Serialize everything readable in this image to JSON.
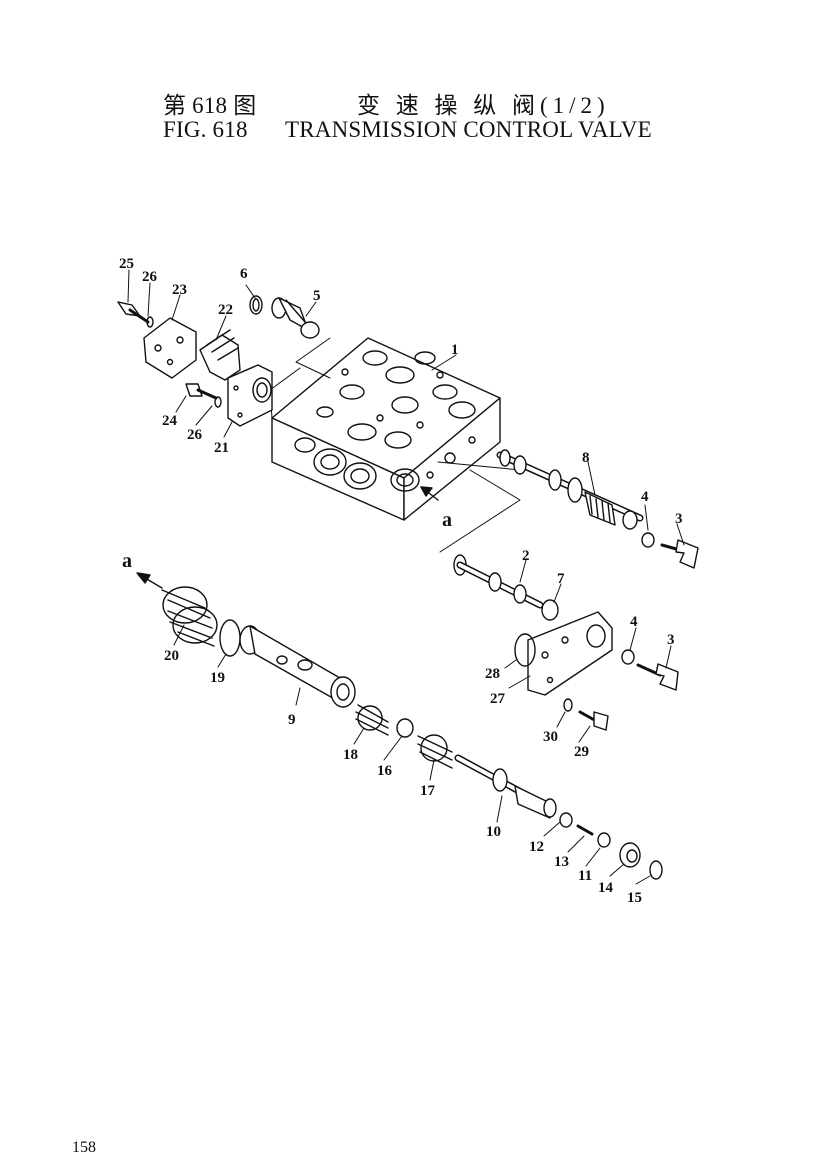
{
  "title": {
    "cn_fig": "第 618 图",
    "cn_name": "变 速 操 纵 阀(1/2)",
    "en_fig": "FIG. 618",
    "en_name": "TRANSMISSION CONTROL VALVE"
  },
  "diagram": {
    "view_marker": "a",
    "callouts": [
      "1",
      "2",
      "3",
      "3",
      "4",
      "4",
      "5",
      "6",
      "7",
      "8",
      "9",
      "10",
      "11",
      "12",
      "13",
      "14",
      "15",
      "16",
      "17",
      "18",
      "19",
      "20",
      "21",
      "22",
      "23",
      "24",
      "25",
      "26",
      "26",
      "27",
      "28",
      "29",
      "30"
    ]
  },
  "page_number": "158"
}
